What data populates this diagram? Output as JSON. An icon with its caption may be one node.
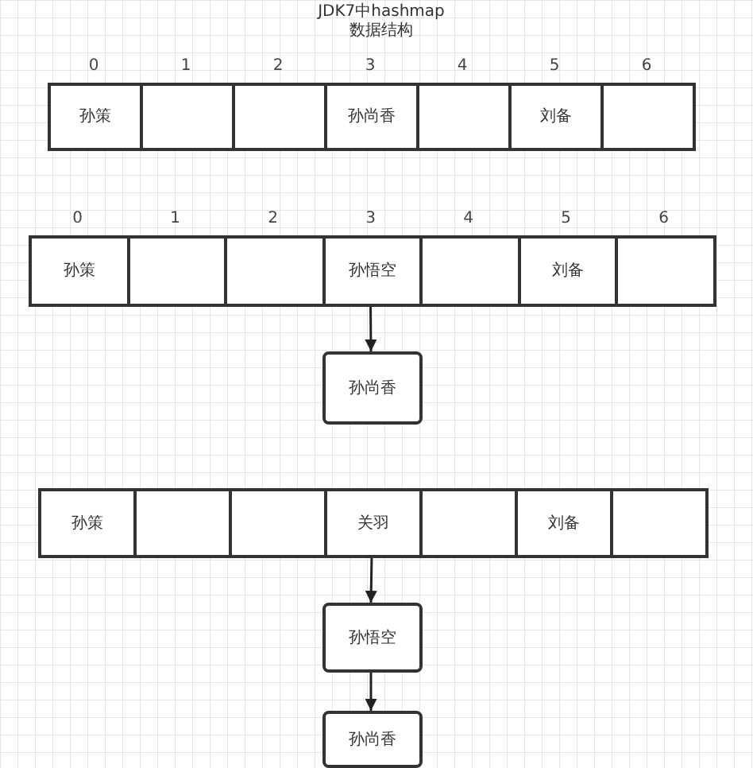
{
  "diagram": {
    "title": "JDK7中hashmap数据结构",
    "nodes": [
      {
        "text": [
          "孙策"
        ]
      },
      {
        "text": [],
        "shape": "box"
      },
      {
        "text": [],
        "shape": "box"
      },
      {
        "text": [
          "孙尚香"
        ]
      },
      {
        "text": [],
        "shape": "box"
      },
      {
        "text": [
          "刘备"
        ]
      },
      {
        "text": [],
        "shape": "box"
      },
      {
        "text": [
          "孙策"
        ]
      },
      {
        "text": [],
        "shape": "box"
      },
      {
        "text": [],
        "shape": "box"
      },
      {
        "text": [
          "孙悟空"
        ]
      },
      {
        "text": [],
        "shape": "box"
      },
      {
        "text": [
          "刘备"
        ]
      },
      {
        "text": [],
        "shape": "box"
      },
      {
        "text": [
          "孙尚香"
        ]
      },
      {
        "text": [
          "孙策"
        ]
      },
      {
        "text": [],
        "shape": "box"
      },
      {
        "text": [],
        "shape": "box"
      },
      {
        "text": [
          "关羽"
        ]
      },
      {
        "text": [],
        "shape": "box"
      },
      {
        "text": [
          "刘备"
        ]
      },
      {
        "text": [],
        "shape": "box"
      },
      {
        "text": [
          "孙悟空"
        ]
      },
      {
        "text": [
          "孙尚香"
        ]
      }
    ],
    "edges": [
      {
        "from": 10,
        "to": 14,
        "arrow": "to"
      },
      {
        "from": 18,
        "to": 22,
        "arrow": "to"
      },
      {
        "from": 22,
        "to": 23,
        "arrow": "to"
      }
    ],
    "labels": [
      "0",
      "1",
      "2",
      "3",
      "4",
      "5",
      "6",
      "0",
      "1",
      "2",
      "3",
      "4",
      "5",
      "6"
    ]
  }
}
